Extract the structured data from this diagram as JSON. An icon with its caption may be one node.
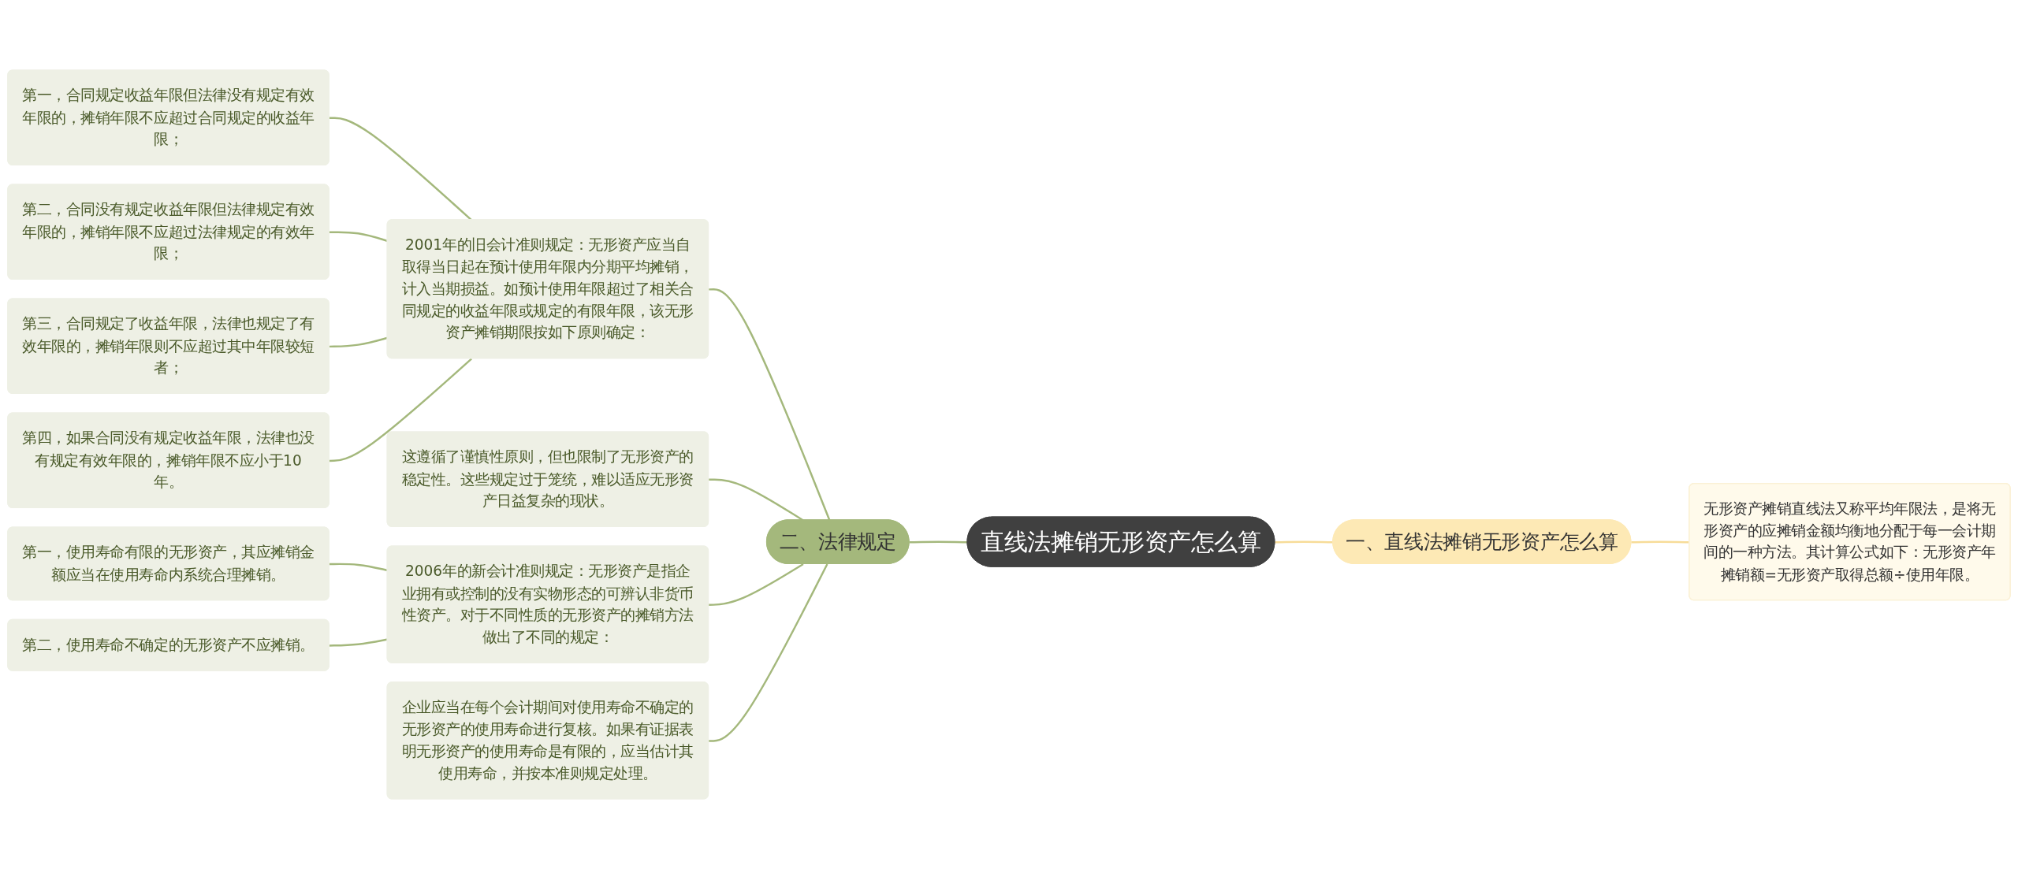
{
  "diagram": {
    "nodes": [
      {
        "text": [
          "直线法摊销无形资产怎么算"
        ]
      },
      {
        "text": [
          "一、直线法摊销无形资产怎么算"
        ]
      },
      {
        "text": [
          "无形资产摊销直线法又称平均年限法，是将无形资产的应摊销金额均衡地分配于每一会计期间的一种方法。其计算公式如下：无形资产年摊销额=无形资产取得总额÷使用年限。"
        ]
      },
      {
        "text": [
          "二、法律规定"
        ]
      },
      {
        "text": [
          "2001年的旧会计准则规定：无形资产应当自取得当日起在预计使用年限内分期平均摊销，计入当期损益。如预计使用年限超过了相关合同规定的收益年限或规定的有限年限，该无形资产摊销期限按如下原则确定："
        ]
      },
      {
        "text": [
          "第一，合同规定收益年限但法律没有规定有效年限的，摊销年限不应超过合同规定的收益年限；"
        ]
      },
      {
        "text": [
          "第二，合同没有规定收益年限但法律规定有效年限的，摊销年限不应超过法律规定的有效年限；"
        ]
      },
      {
        "text": [
          "第三，合同规定了收益年限，法律也规定了有效年限的，摊销年限则不应超过其中年限较短者；"
        ]
      },
      {
        "text": [
          "第四，如果合同没有规定收益年限，法律也没有规定有效年限的，摊销年限不应小于10年。"
        ]
      },
      {
        "text": [
          "这遵循了谨慎性原则，但也限制了无形资产的稳定性。这些规定过于笼统，难以适应无形资产日益复杂的现状。"
        ]
      },
      {
        "text": [
          "2006年的新会计准则规定：无形资产是指企业拥有或控制的没有实物形态的可辨认非货币性资产。对于不同性质的无形资产的摊销方法做出了不同的规定："
        ]
      },
      {
        "text": [
          "第一，使用寿命有限的无形资产，其应摊销金额应当在使用寿命内系统合理摊销。"
        ]
      },
      {
        "text": [
          "第二，使用寿命不确定的无形资产不应摊销。"
        ]
      },
      {
        "text": [
          "企业应当在每个会计期间对使用寿命不确定的无形资产的使用寿命进行复核。如果有证据表明无形资产的使用寿命是有限的，应当估计其使用寿命，并按本准则规定处理。"
        ]
      }
    ],
    "edges": [
      {
        "from": 0,
        "to": 1,
        "arrow": "none",
        "color": "#f7dc98"
      },
      {
        "from": 1,
        "to": 2,
        "arrow": "none",
        "color": "#f7dc98"
      },
      {
        "from": 0,
        "to": 3,
        "arrow": "none"
      },
      {
        "from": 3,
        "to": 4,
        "arrow": "none"
      },
      {
        "from": 4,
        "to": 5,
        "arrow": "none"
      },
      {
        "from": 4,
        "to": 6,
        "arrow": "none"
      },
      {
        "from": 4,
        "to": 7,
        "arrow": "none"
      },
      {
        "from": 4,
        "to": 8,
        "arrow": "none"
      },
      {
        "from": 3,
        "to": 9,
        "arrow": "none"
      },
      {
        "from": 3,
        "to": 10,
        "arrow": "none"
      },
      {
        "from": 10,
        "to": 11,
        "arrow": "none"
      },
      {
        "from": 10,
        "to": 12,
        "arrow": "none"
      },
      {
        "from": 3,
        "to": 13,
        "arrow": "none"
      }
    ]
  }
}
